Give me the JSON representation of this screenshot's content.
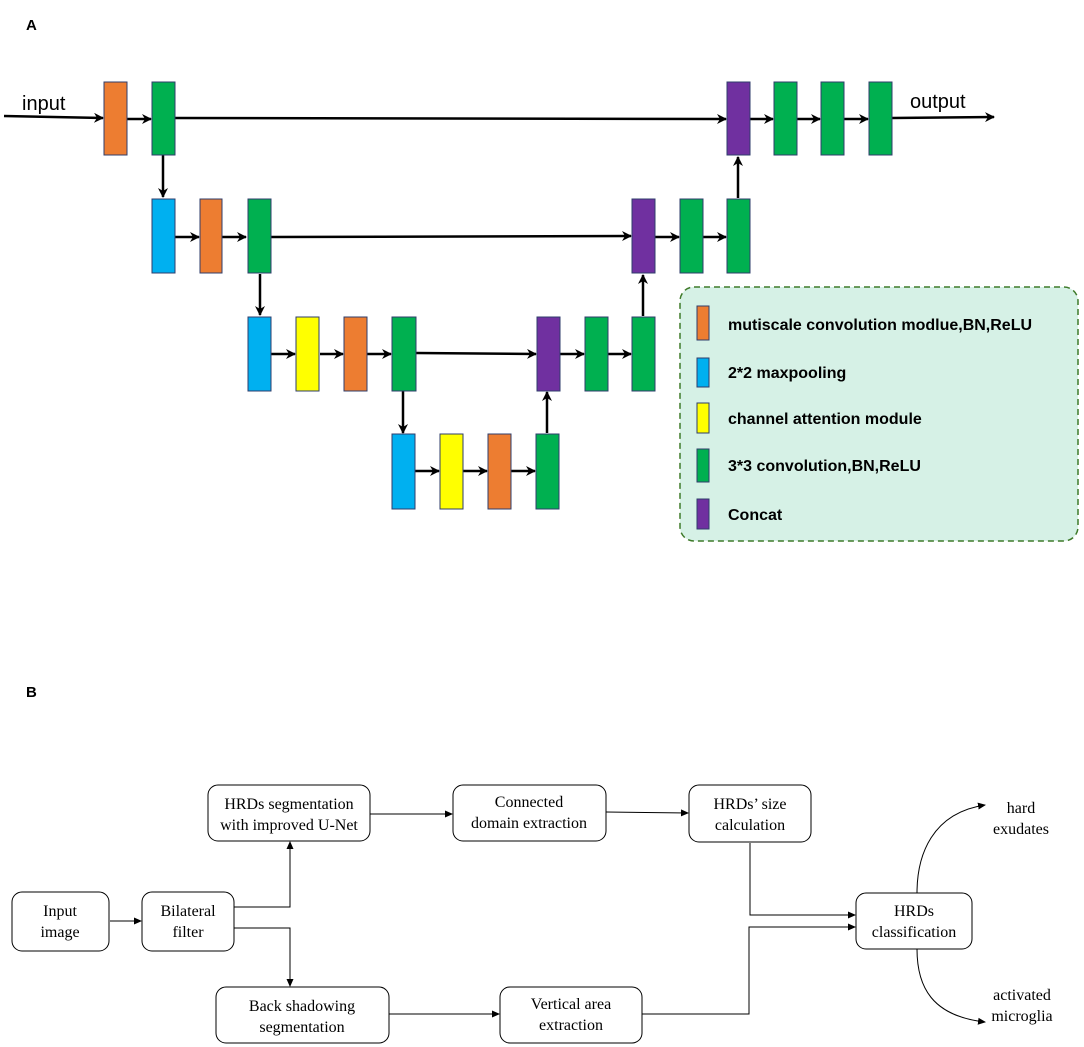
{
  "panel_a": {
    "label": "A",
    "input_label": "input",
    "output_label": "output"
  },
  "legend": [
    {
      "text": "mutiscale convolution modlue,BN,ReLU",
      "color": "#ed7d31"
    },
    {
      "text": "2*2 maxpooling",
      "color": "#00b0f0"
    },
    {
      "text": "channel attention module",
      "color": "#ffff00"
    },
    {
      "text": "3*3 convolution,BN,ReLU",
      "color": "#00b050"
    },
    {
      "text": "Concat",
      "color": "#7030a0"
    }
  ],
  "colors": {
    "multiscale": "#ed7d31",
    "maxpool": "#00b0f0",
    "attention": "#ffff00",
    "conv": "#00b050",
    "concat": "#7030a0",
    "legend_bg": "#d6f1e6",
    "legend_border": "#3f7a2a"
  },
  "panel_b": {
    "label": "B",
    "nodes": {
      "input_image": [
        "Input",
        "image"
      ],
      "bilateral": [
        "Bilateral",
        "filter"
      ],
      "hrd_seg": [
        "HRDs segmentation",
        "with improved U-Net"
      ],
      "connected": [
        "Connected",
        "domain extraction"
      ],
      "size_calc": [
        "HRDs’ size",
        "calculation"
      ],
      "back_shadow": [
        "Back shadowing",
        "segmentation"
      ],
      "vertical": [
        "Vertical area",
        "extraction"
      ],
      "classification": [
        "HRDs",
        "classification"
      ]
    },
    "outputs": {
      "hard": [
        "hard",
        "exudates"
      ],
      "microglia": [
        "activated",
        "microglia"
      ]
    }
  }
}
